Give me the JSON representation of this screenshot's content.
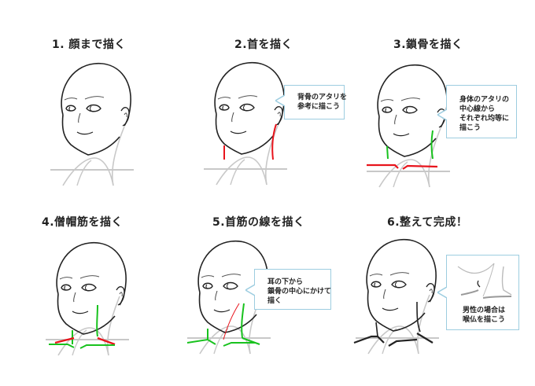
{
  "colors": {
    "ink": "#222222",
    "guide": "#c8c8c8",
    "accent_red": "#e8141c",
    "accent_green": "#18c21e",
    "callout_border": "#9dcde0"
  },
  "steps": [
    {
      "number": "1",
      "title": "1. 顔まで描く",
      "callout": null
    },
    {
      "number": "2",
      "title": "2.首を描く",
      "callout": {
        "lines": [
          "背骨のアタリを",
          "参考に描こう"
        ]
      }
    },
    {
      "number": "3",
      "title": "3.鎖骨を描く",
      "callout": {
        "lines": [
          "身体のアタリの",
          "中心線から",
          "それぞれ均等に",
          "描こう"
        ]
      }
    },
    {
      "number": "4",
      "title": "4.僧帽筋を描く",
      "callout": null
    },
    {
      "number": "5",
      "title": "5.首筋の線を描く",
      "callout": {
        "lines": [
          "耳の下から",
          "鎖骨の中心にかけて",
          "描く"
        ]
      }
    },
    {
      "number": "6",
      "title": "6.整えて完成！",
      "callout": {
        "lines": [
          "男性の場合は",
          "喉仏を描こう"
        ],
        "illustration": "adams-apple-closeup"
      }
    }
  ]
}
